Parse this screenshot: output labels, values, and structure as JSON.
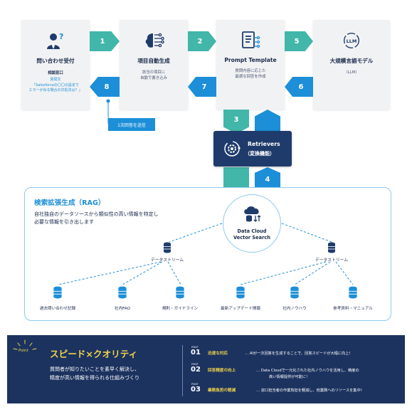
{
  "cards": [
    {
      "id": "inquiry",
      "title": "問い合わせ受付",
      "subtitle": "相談窓口",
      "question": "質問文\n「Salesforceの〇〇の設定で\nエラーが出る場合の対処法は？」"
    },
    {
      "id": "autogen",
      "title": "項目自動生成",
      "desc": "該当の項目に\n自動で書き込み"
    },
    {
      "id": "prompt",
      "title": "Prompt Template",
      "desc": "質問内容に応じた\n最適な回答を作成"
    },
    {
      "id": "llm",
      "title": "大規模言語モデル",
      "desc": "（LLM）",
      "icon_text": "LLM"
    }
  ],
  "steps": [
    "1",
    "2",
    "3",
    "4",
    "5",
    "6",
    "7",
    "8"
  ],
  "send_label": "1次回答を送信",
  "retrievers": {
    "line1": "Retrievers",
    "line2": "（変換機能）"
  },
  "rag": {
    "title": "検索拡張生成（RAG）",
    "desc": "自社独自のデータソースから類似性の高い情報を特定し\n必要な情報を引き出します",
    "center": "Data Cloud\nVector Search",
    "datastreams": [
      "データストリーム",
      "データストリーム"
    ],
    "sources": [
      "過去問い合わせ記録",
      "社内FAQ",
      "規則・ガイドライン",
      "最新アップデート情報",
      "社内ノウハウ",
      "参考資料・マニュアル"
    ]
  },
  "bottom": {
    "point_label": "Point",
    "headline": "スピード×クオリティ",
    "desc": "質問者が知りたいことを素早く解決し、\n精度が高い情報を得られる仕組みづくり",
    "points": [
      {
        "num": "01",
        "pt": "POINT",
        "head": "迅速な対応",
        "text": "… AIが一次回答を生成することで、回答スピードが大幅に向上！"
      },
      {
        "num": "02",
        "pt": "POINT",
        "head": "回答精度の向上",
        "text": "… Data Cloudで一元化された社内ノウハウを活用し、精度の",
        "text2": "高い情報提供が可能に！"
      },
      {
        "num": "03",
        "pt": "POINT",
        "head": "業務負担の軽減",
        "text": "… 窓口担当者の作業負担を軽減し、他業務へのリソースを集中！"
      }
    ]
  },
  "colors": {
    "teal": "#41b6a9",
    "blue": "#1c8fd8",
    "navy": "#1f3b6b",
    "yellow": "#f0d24a",
    "light_blue": "#8fcbec"
  },
  "icons": [
    "person-question-icon",
    "ai-brain-icon",
    "document-list-icon",
    "llm-cloud-icon",
    "gear-refresh-icon",
    "database-cloud-icon",
    "database-icon"
  ]
}
